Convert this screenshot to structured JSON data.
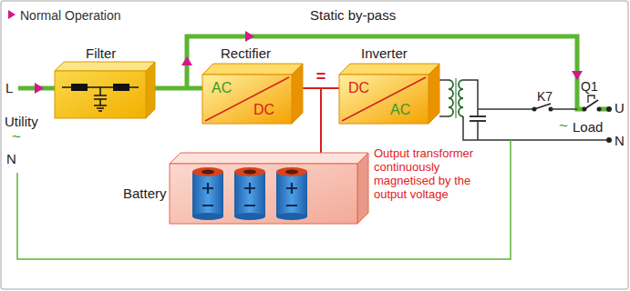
{
  "diagram": {
    "nodes": [
      {
        "text": [
          "Filter"
        ]
      },
      {
        "text": [
          "Rectifier",
          "AC",
          "DC"
        ]
      },
      {
        "text": [
          "Inverter",
          "DC",
          "AC"
        ]
      },
      {
        "text": [
          "Battery"
        ]
      }
    ],
    "edges": [
      {
        "from": 0,
        "to": 1,
        "arrow": "none"
      },
      {
        "from": 1,
        "to": 2,
        "label": "=",
        "arrow": "none"
      },
      {
        "from": 1,
        "to": 3,
        "arrow": "none"
      },
      {
        "from": 2,
        "to": 3,
        "arrow": "none"
      }
    ],
    "labels": [
      "Static by-pass",
      "L",
      "Utility",
      "~",
      "N",
      "K7",
      "Q1",
      "U",
      "~",
      "Load",
      "N",
      "Output transformer continuously magnetised by the output voltage"
    ],
    "legend": [
      {
        "text": "Normal Operation"
      }
    ]
  }
}
